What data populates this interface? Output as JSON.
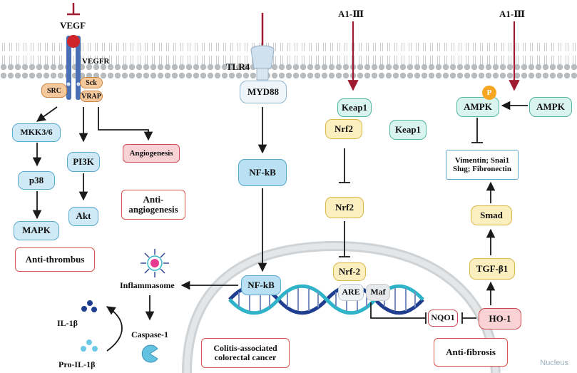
{
  "top_labels": {
    "a1_left": "A1-Ⅲ",
    "a1_right": "A1-Ⅲ"
  },
  "receptors": {
    "vegf": "VEGF",
    "vegfr": "VEGFR",
    "tlr4": "TLR4"
  },
  "vegfr_adaptors": {
    "src": "SRC",
    "sck": "Sck",
    "vrap": "VRAP"
  },
  "left_pathway": {
    "mkk": "MKK3/6",
    "p38": "p38",
    "mapk": "MAPK",
    "pi3k": "PI3K",
    "akt": "Akt",
    "angiogenesis": "Angiogenesis",
    "anti_angiogenesis": "Anti-\nangiogenesis",
    "anti_thrombus": "Anti-thrombus"
  },
  "middle_pathway": {
    "myd88": "MYD88",
    "nfkb_top": "NF-kB",
    "nfkb_nucleus": "NF-kB",
    "inflammasome": "Inflammasome",
    "caspase": "Caspase-1",
    "il1b": "IL-1β",
    "pro_il1b": "Pro-IL-1β",
    "colitis": "Colitis-associated\ncolorectal cancer"
  },
  "nrf2_pathway": {
    "keap1_bound": "Keap1",
    "nrf2_bound": "Nrf2",
    "keap1_free": "Keap1",
    "nrf2_free": "Nrf2",
    "nrf2_nucleus": "Nrf-2",
    "are": "ARE",
    "maf": "Maf",
    "nqo1": "NQO1",
    "ho1": "HO-1"
  },
  "right_pathway": {
    "ampk_p": "AMPK",
    "phospho": "P",
    "ampk": "AMPK",
    "emt": "Vimentin; Snai1\nSlug; Fibronectin",
    "smad": "Smad",
    "tgfb1": "TGF-β1",
    "anti_fibrosis": "Anti-fibrosis"
  },
  "watermark": "Nucleus",
  "colors": {
    "arrow": "#1a1a1a",
    "a1_arrow": "#9e1b32",
    "membrane_head": "#b9bcbf",
    "vegf_ball": "#d0242b",
    "receptor": "#4a6fb5",
    "dna_blue": "#1f3e8f",
    "dna_teal": "#2fb3c9"
  }
}
